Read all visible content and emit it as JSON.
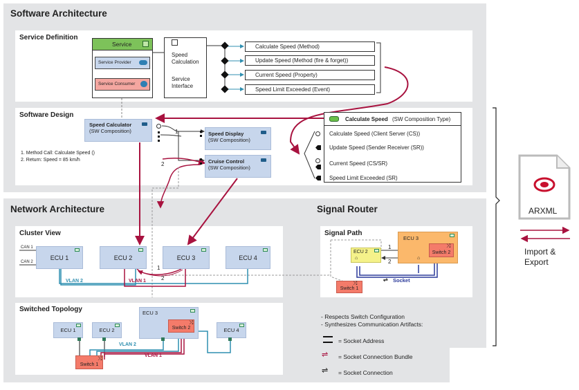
{
  "software_architecture": {
    "title": "Software Architecture",
    "service_definition": {
      "title": "Service Definition",
      "service_label": "Service",
      "provider_label": "Service Provider",
      "consumer_label": "Service Consumer",
      "interface_name": "Speed Calculation",
      "interface_name_lines": [
        "Speed",
        "Calculation"
      ],
      "interface_type_lines": [
        "Service",
        "Interface"
      ],
      "elements": [
        "Calculate Speed (Method)",
        "Update Speed (Method (fire & forget))",
        "Current Speed (Property)",
        "Speed Limit Exceeded (Event)"
      ]
    },
    "software_design": {
      "title": "Software Design",
      "speed_calculator": {
        "name": "Speed Calculator",
        "type": "(SW Composition)"
      },
      "speed_display": {
        "name": "Speed Display",
        "type": "(SW Composition)"
      },
      "cruise_control": {
        "name": "Cruise Control",
        "type": "(SW Composition)"
      },
      "notes": [
        "1. Method Call: Calculate Speed ()",
        "2. Return:  Speed = 85 km/h"
      ],
      "connector_1": "1",
      "connector_2": "2",
      "composition": {
        "name": "Calculate Speed",
        "type": "(SW Composition Type)",
        "ports": [
          "Calculate Speed (Client Server (CS))",
          "Update Speed (Sender Receiver (SR))",
          "Current Speed (CS/SR)",
          "Speed Limit Exceeded (SR)"
        ]
      }
    }
  },
  "network_architecture": {
    "title": "Network Architecture",
    "cluster_view": {
      "title": "Cluster View",
      "can1": "CAN 1",
      "can2": "CAN 2",
      "ecus": [
        "ECU 1",
        "ECU 2",
        "ECU 3",
        "ECU 4"
      ],
      "vlan2": "VLAN 2",
      "vlan1": "VLAN 1",
      "marker_1": "1",
      "marker_2": "2"
    },
    "switched_topology": {
      "title": "Switched Topology",
      "ecus": [
        "ECU 1",
        "ECU 2",
        "ECU 3",
        "ECU 4"
      ],
      "switch1": "Switch 1",
      "switch2": "Switch 2",
      "vlan2": "VLAN 2",
      "vlan1": "VLAN 1"
    }
  },
  "signal_router": {
    "title": "Signal Router",
    "signal_path": {
      "title": "Signal Path",
      "ecu3": "ECU 3",
      "ecu2": "ECU 2",
      "switch1": "Switch 1",
      "switch2": "Switch 2",
      "socket": "Socket",
      "marker_1": "1",
      "marker_2": "2"
    },
    "notes": [
      "- Respects Switch Configuration",
      "- Synthesizes Communication Artifacts:"
    ],
    "legend": [
      {
        "icon": "socket-address-icon",
        "label": "= Socket Address"
      },
      {
        "icon": "socket-connection-bundle-icon",
        "label": "= Socket Connection Bundle"
      },
      {
        "icon": "socket-connection-icon",
        "label": "= Socket Connection"
      }
    ]
  },
  "arxml": {
    "label": "ARXML",
    "caption_lines": [
      "Import &",
      "Export"
    ]
  },
  "colors": {
    "accent_red": "#a8123f",
    "vlan_blue": "#2f8fb0",
    "ecu_blue": "#c7d6ec",
    "switch_red": "#f47b6a",
    "ecu_orange": "#fbb86b",
    "ecu_yellow": "#f5f28a",
    "service_green": "#7dc25a",
    "panel_gray": "#e3e4e6"
  }
}
